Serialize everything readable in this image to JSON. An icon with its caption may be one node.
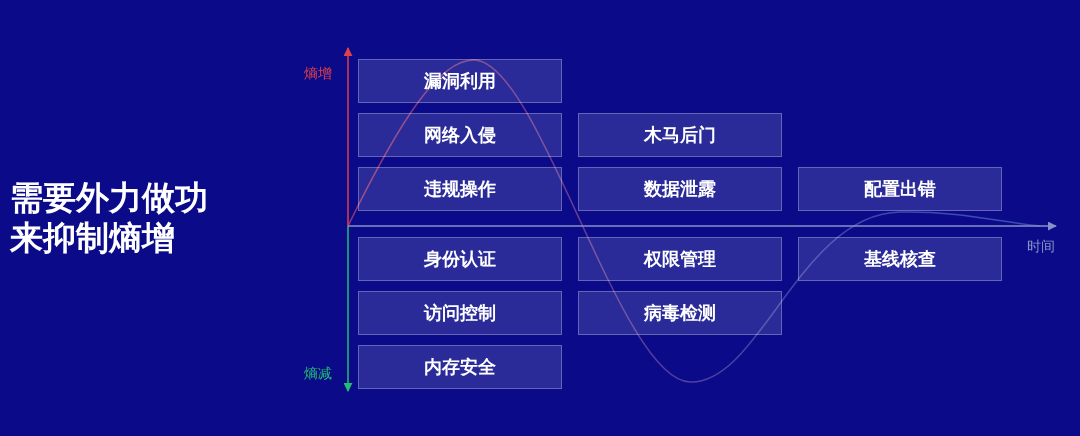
{
  "diagram": {
    "title": "需要外力做功来抑制熵增",
    "nodes": [
      {
        "text": [
          "漏洞利用"
        ]
      },
      {
        "text": [
          "网络入侵"
        ]
      },
      {
        "text": [
          "木马后门"
        ]
      },
      {
        "text": [
          "违规操作"
        ]
      },
      {
        "text": [
          "数据泄露"
        ]
      },
      {
        "text": [
          "配置出错"
        ]
      },
      {
        "text": [
          "身份认证"
        ]
      },
      {
        "text": [
          "权限管理"
        ]
      },
      {
        "text": [
          "基线核查"
        ]
      },
      {
        "text": [
          "访问控制"
        ]
      },
      {
        "text": [
          "病毒检测"
        ]
      },
      {
        "text": [
          "内存安全"
        ]
      }
    ],
    "labels": [
      "熵增",
      "时间",
      "熵减"
    ]
  }
}
